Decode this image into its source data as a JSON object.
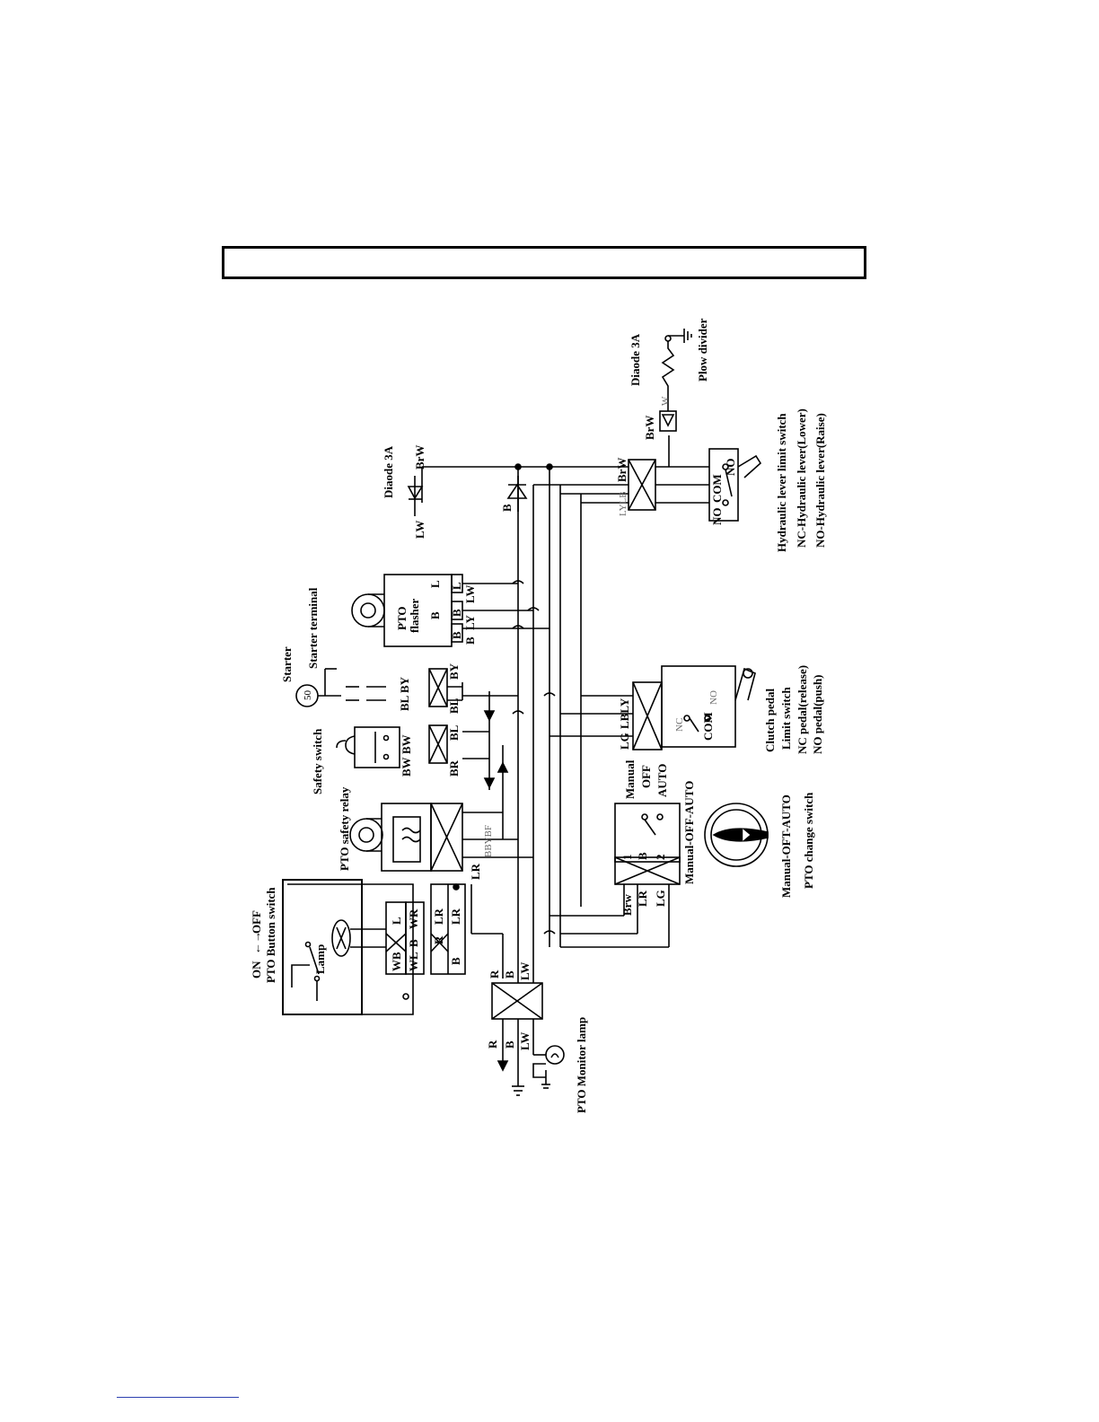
{
  "labels": {
    "diode_top": "Diaode 3A",
    "diode_right": "Diaode 3A",
    "plow_divider": "Plow divider",
    "hyd_title": "Hydraulic lever limit switch",
    "hyd_nc": "NC-Hydraulic lever(Lower)",
    "hyd_no": "NO-Hydraulic lever(Raise)",
    "starter": "Starter",
    "starter_terminal": "Starter terminal",
    "safety_switch": "Safety switch",
    "pto_safety_relay": "PTO safety relay",
    "pto_flasher": "PTO",
    "pto_flasher_2": "flasher",
    "clutch_title": "Clutch pedal",
    "clutch_limit": "Limit switch",
    "clutch_nc": "NC pedal(release)",
    "clutch_no": "NO pedal(push)",
    "mode_manual": "Manual",
    "mode_off": "OFF",
    "mode_auto": "AUTO",
    "mode_title": "Manual-OFF-AUTO",
    "pto_change_1": "Manual-OFT-AUTO",
    "pto_change_2": "PTO change switch",
    "pto_button_1": "ON",
    "pto_button_arrow": "←→",
    "pto_button_2": "OFF",
    "pto_button_title": "PTO Button switch",
    "lamp": "Lamp",
    "pto_monitor": "PTO Monitor lamp",
    "starter_circle": "50"
  },
  "wires": {
    "LW": "LW",
    "BrW": "BrW",
    "B": "B",
    "W": "W",
    "LY": "LY",
    "LB": "LB",
    "L": "L",
    "BY": "BY",
    "BL": "BL",
    "BW": "BW",
    "BR": "BR",
    "LR": "LR",
    "BBYBF": "BBYBF",
    "R": "R",
    "WB": "WB",
    "WL": "WL",
    "WR": "WR",
    "Brw": "Brw",
    "LG": "LG",
    "NO": "NO",
    "NC": "NC",
    "COM": "COM",
    "pin1": "1",
    "pin2": "2",
    "LYLB": "LYLB",
    "LBLY": "LBLY"
  },
  "colors": {
    "ink": "#000000",
    "footer_rule": "#2c3fb0"
  }
}
